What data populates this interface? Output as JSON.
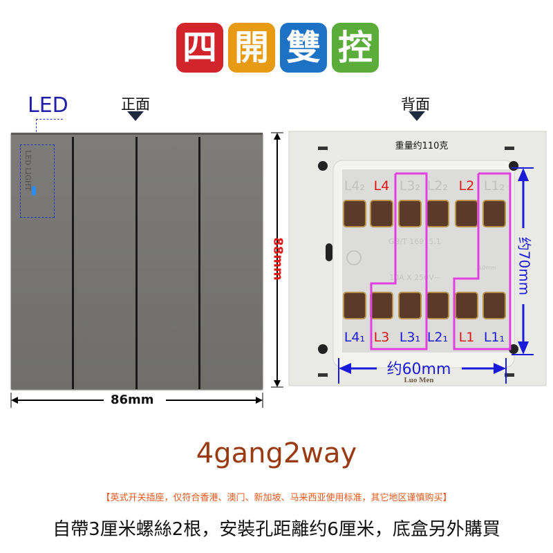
{
  "title": {
    "chars": [
      {
        "text": "四",
        "color": "#d2252b"
      },
      {
        "text": "開",
        "color": "#e79a13"
      },
      {
        "text": "雙",
        "color": "#1d72c6"
      },
      {
        "text": "控",
        "color": "#5aac3b"
      }
    ]
  },
  "front": {
    "caption": "正面",
    "led_label": "LED",
    "led_panel_text": "LED LIGHT",
    "height_label": "88mm",
    "width_label": "86mm"
  },
  "back": {
    "caption": "背面",
    "weight": "重量约110克",
    "top_terminals": [
      "L4₂",
      "L4",
      "L3₂",
      "L2₂",
      "L2",
      "L1₂"
    ],
    "bottom_terminals": [
      "L4₁",
      "L3",
      "L3₁",
      "L2₁",
      "L1",
      "L1₁"
    ],
    "standard": "GB/T 16915.1",
    "rating": "10A X 250V~",
    "strip": "10mm",
    "height_label": "约70mm",
    "width_label": "约60mm",
    "brand": "Luo Men"
  },
  "model": "4gang2way",
  "notice": "【英式开关插座，仅符合香港、澳门、新加坡、马来西亚使用标准，其它地区谨慎购买】",
  "description": "自帶3厘米螺絲2根，安裝孔距離约6厘米，底盒另外購買",
  "colors": {
    "red": "#e01515",
    "blue": "#1a1adb",
    "magenta": "#e040e0",
    "model": "#9a3a12"
  }
}
